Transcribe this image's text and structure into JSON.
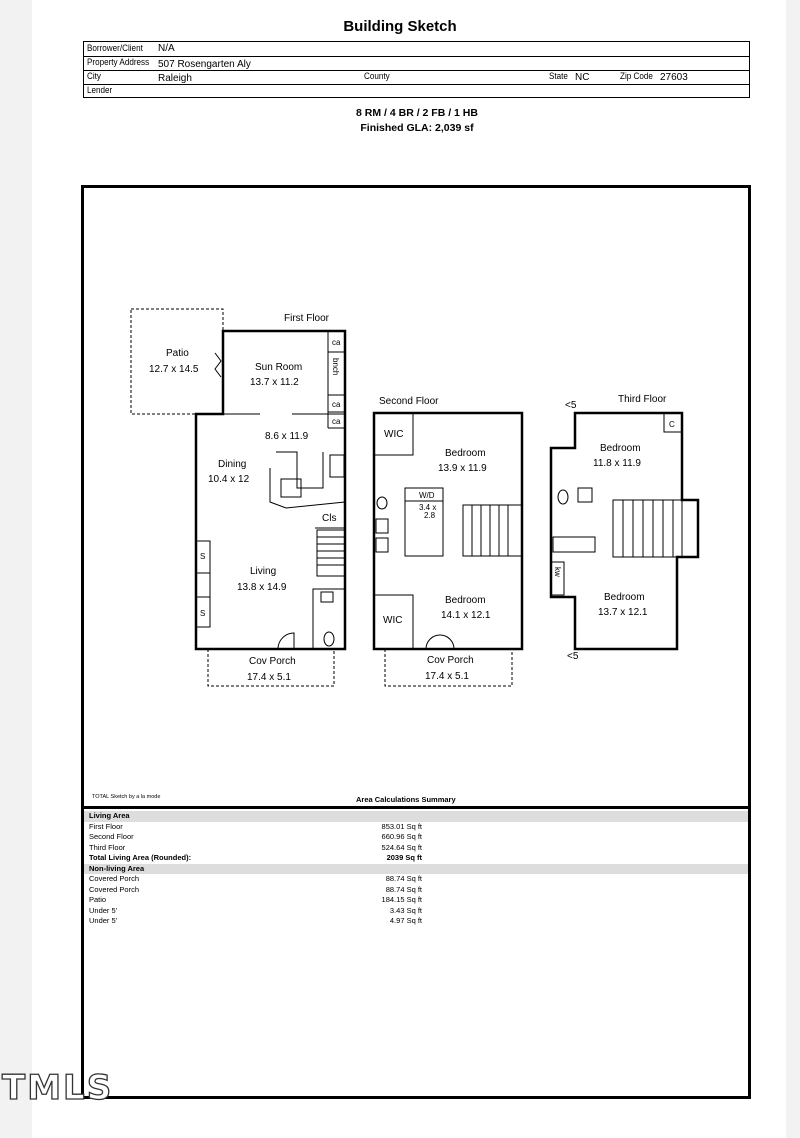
{
  "title": "Building Sketch",
  "info": {
    "borrower_label": "Borrower/Client",
    "borrower_value": "N/A",
    "address_label": "Property Address",
    "address_value": "507 Rosengarten Aly",
    "city_label": "City",
    "city_value": "Raleigh",
    "county_label": "County",
    "county_value": "",
    "state_label": "State",
    "state_value": "NC",
    "zip_label": "Zip Code",
    "zip_value": "27603",
    "lender_label": "Lender",
    "lender_value": ""
  },
  "summary": {
    "rooms": "8 RM / 4 BR / 2 FB / 1 HB",
    "gla": "Finished GLA: 2,039 sf"
  },
  "floors": {
    "first": {
      "title": "First Floor",
      "patio": "Patio",
      "patio_dim": "12.7 x 14.5",
      "sun_room": "Sun Room",
      "sun_room_dim": "13.7 x 11.2",
      "kitchen_dim": "8.6 x 11.9",
      "dining": "Dining",
      "dining_dim": "10.4 x 12",
      "closet": "Cls",
      "living": "Living",
      "living_dim": "13.8 x 14.9",
      "porch": "Cov Porch",
      "porch_dim": "17.4 x 5.1",
      "ca1": "ca",
      "bnch": "bnch",
      "ca2": "ca",
      "ca3": "ca",
      "s1": "S",
      "s2": "S"
    },
    "second": {
      "title": "Second Floor",
      "wic1": "WIC",
      "bed1": "Bedroom",
      "bed1_dim": "13.9 x 11.9",
      "wd": "W/D",
      "wd_dim1": "3.4 x",
      "wd_dim2": "2.8",
      "wic2": "WIC",
      "bed2": "Bedroom",
      "bed2_dim": "14.1 x 12.1",
      "porch": "Cov Porch",
      "porch_dim": "17.4 x 5.1"
    },
    "third": {
      "title": "Third Floor",
      "under1": "<5",
      "c": "C",
      "bed1": "Bedroom",
      "bed1_dim": "11.8 x 11.9",
      "kw": "kw",
      "bed2": "Bedroom",
      "bed2_dim": "13.7 x 12.1",
      "under2": "<5"
    }
  },
  "credit": "TOTAL Sketch by a la mode",
  "area_summary": {
    "title": "Area Calculations Summary",
    "living_header": "Living Area",
    "living": [
      {
        "name": "First Floor",
        "value": "853.01 Sq ft"
      },
      {
        "name": "Second Floor",
        "value": "660.96 Sq ft"
      },
      {
        "name": "Third Floor",
        "value": "524.64 Sq ft"
      }
    ],
    "total_name": "Total Living Area (Rounded):",
    "total_value": "2039 Sq ft",
    "nonliving_header": "Non-living Area",
    "nonliving": [
      {
        "name": "Covered Porch",
        "value": "88.74 Sq ft"
      },
      {
        "name": "Covered Porch",
        "value": "88.74 Sq ft"
      },
      {
        "name": "Patio",
        "value": "184.15 Sq ft"
      },
      {
        "name": "Under 5'",
        "value": "3.43 Sq ft"
      },
      {
        "name": "Under 5'",
        "value": "4.97 Sq ft"
      }
    ]
  },
  "watermark": "TMLS"
}
